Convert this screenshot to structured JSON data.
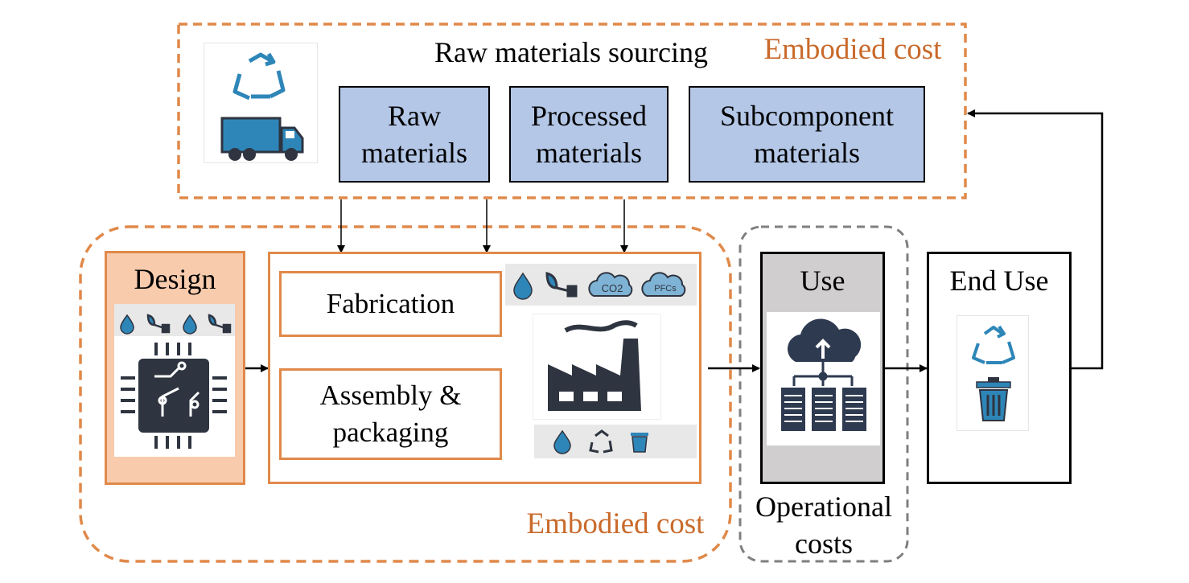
{
  "sourcing": {
    "title": "Raw materials sourcing",
    "cost_label": "Embodied cost",
    "materials": [
      "Raw\nmaterials",
      "Processed\nmaterials",
      "Subcomponent\nmaterials"
    ]
  },
  "manufacturing": {
    "design_label": "Design",
    "fabrication_label": "Fabrication",
    "assembly_label": "Assembly &\npackaging",
    "cost_label": "Embodied cost",
    "emission_badges": [
      "CO2",
      "PFCs"
    ]
  },
  "use": {
    "label": "Use",
    "cost_label": "Operational\ncosts"
  },
  "end_use": {
    "label": "End Use"
  },
  "colors": {
    "embodied_dash": "#e0894a",
    "embodied_text": "#c96a2b",
    "operational_dash": "#7f7f7f",
    "material_fill": "#b4c7e7",
    "design_fill": "#f8cbad",
    "use_fill": "#d0cece",
    "icon_dark": "#2e3440",
    "icon_blue": "#2e86b8"
  },
  "icons": [
    "recycle-icon",
    "truck-icon",
    "water-drop-icon",
    "electric-plug-icon",
    "co2-cloud-icon",
    "pfcs-cloud-icon",
    "chip-icon",
    "factory-icon",
    "cloud-server-icon",
    "trash-bin-icon"
  ]
}
